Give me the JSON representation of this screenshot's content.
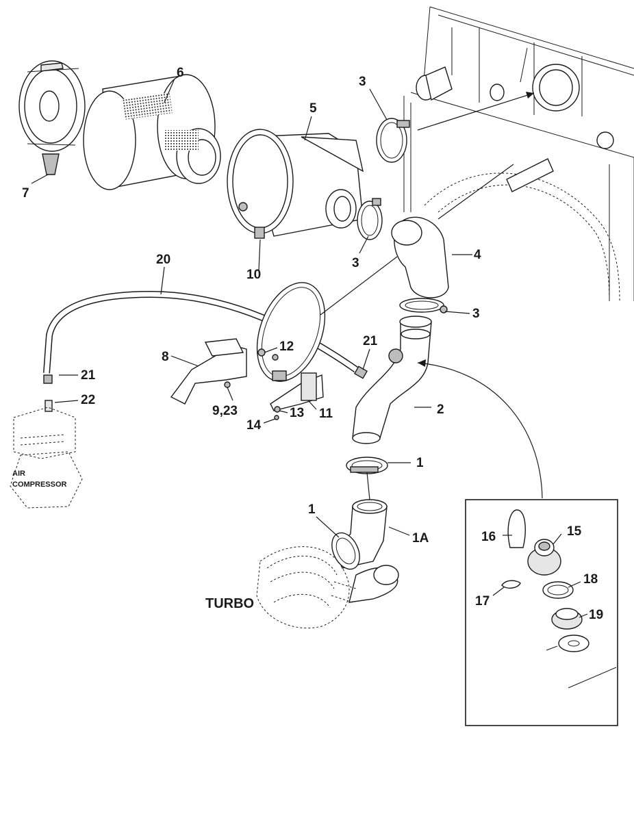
{
  "callouts": {
    "c1a": "1",
    "c1b": "1",
    "c1A": "1A",
    "c2": "2",
    "c3a": "3",
    "c3b": "3",
    "c3c": "3",
    "c4": "4",
    "c5": "5",
    "c6": "6",
    "c7": "7",
    "c8": "8",
    "c9_23": "9,23",
    "c10": "10",
    "c11": "11",
    "c12": "12",
    "c13": "13",
    "c14": "14",
    "c15": "15",
    "c16": "16",
    "c17": "17",
    "c18": "18",
    "c19": "19",
    "c20": "20",
    "c21a": "21",
    "c21b": "21",
    "c22": "22"
  },
  "labels": {
    "turbo": "TURBO",
    "air_compressor_line1": "AIR",
    "air_compressor_line2": "COMPRESSOR"
  }
}
